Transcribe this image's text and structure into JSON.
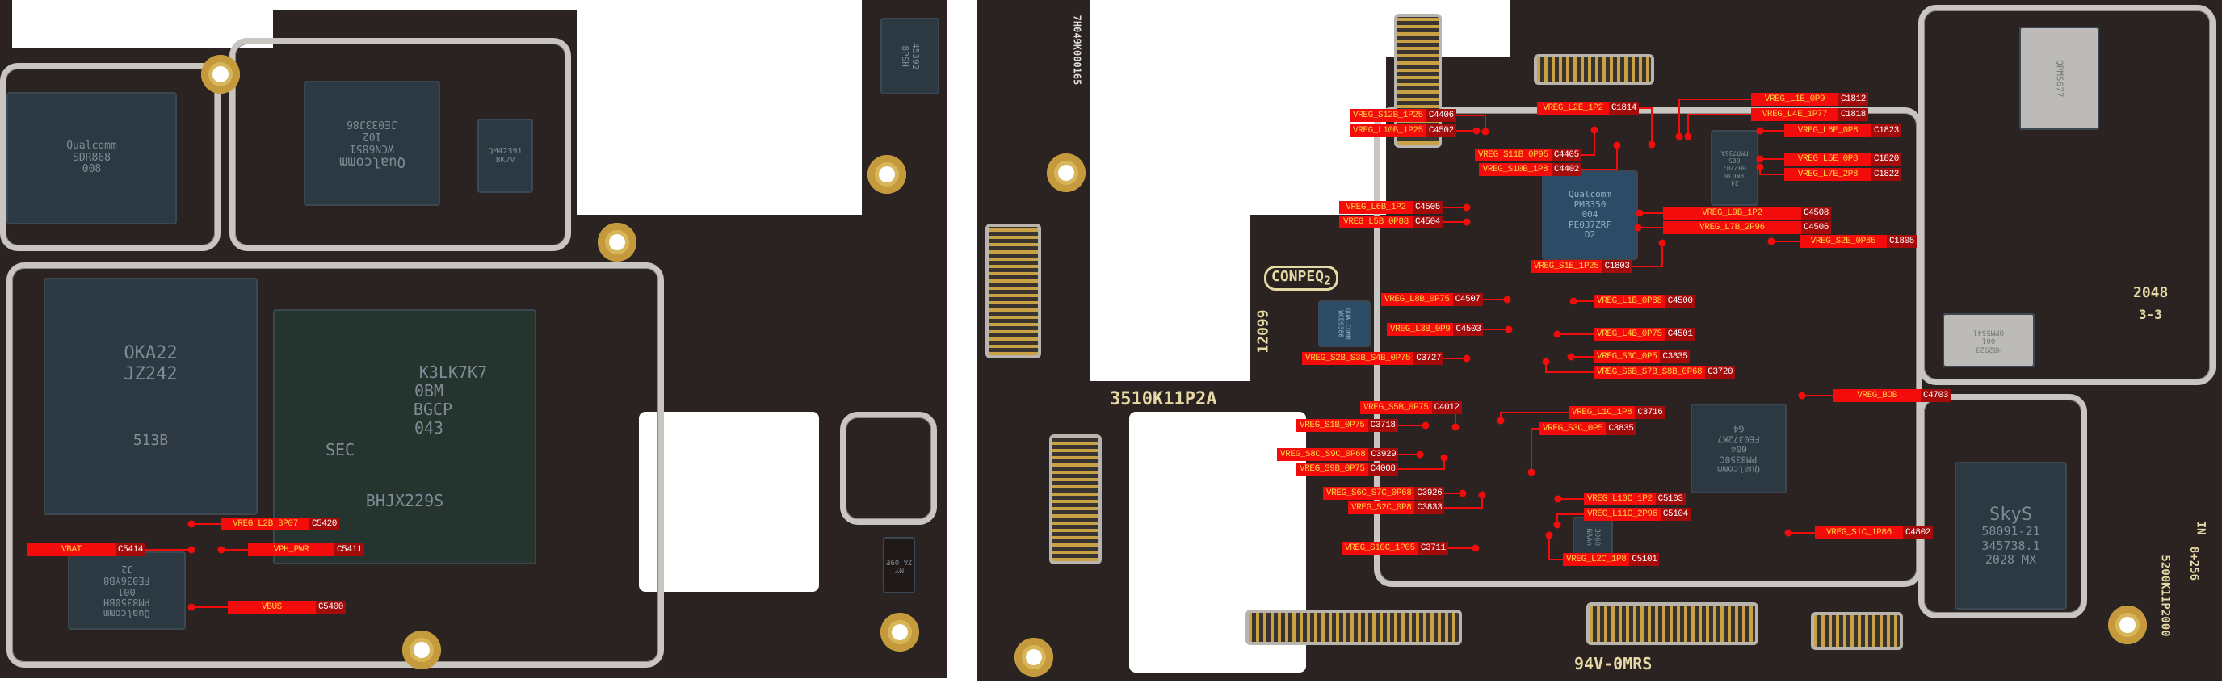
{
  "colors": {
    "label_bg": "#f20c0c",
    "label_net_text": "#ffd23c",
    "label_ref_bg": "#a40b0b",
    "leader_line": "#f20c0c",
    "board": "#2b2321"
  },
  "left_board": {
    "markings": {
      "sdr": [
        "Qualcomm",
        "SDR868",
        "008"
      ],
      "wcn": [
        "JE033J86",
        "102",
        "WCN6851",
        "Qualcomm"
      ],
      "qm": [
        "QM42391",
        "8K7V"
      ],
      "memory": [
        "OKA22",
        "JZ242",
        "513B"
      ],
      "dram": [
        "K3LK7K7",
        "0BM",
        "BGCP",
        "043",
        "SEC",
        "BHJX229S"
      ],
      "pmic": [
        "J2",
        "FE036YB8",
        "001",
        "PM8350BH",
        "Qualcomm"
      ],
      "small": [
        "45392",
        "8PSH"
      ],
      "misc": [
        "ZA 09E",
        "MY"
      ]
    },
    "labels": [
      {
        "net": "VREG_L2B_3P07",
        "ref": "C5420"
      },
      {
        "net": "VBAT",
        "ref": "C5414"
      },
      {
        "net": "VPH_PWR",
        "ref": "C5411"
      },
      {
        "net": "VBUS",
        "ref": "C5400"
      }
    ]
  },
  "right_board": {
    "markings": {
      "pm8350": [
        "Qualcomm",
        "PM8350",
        "004",
        "PE037ZRF",
        "D2"
      ],
      "pmr735a": [
        "PMR735A",
        "005",
        "HH2202",
        "PK038",
        "24"
      ],
      "pm8350c": [
        "G4",
        "FE0372K7",
        "004",
        "PM8350C",
        "Qualcomm"
      ],
      "skyworks": [
        "SkyS",
        "58091-21",
        "345738.1",
        "2028 MX"
      ],
      "qpm": [
        "QPM5677"
      ],
      "qpm2": [
        "QPM5541",
        "001",
        "H02923"
      ],
      "wcd": [
        "QUALCOMM",
        "WCD9380"
      ],
      "ic3060": [
        "3060",
        "NAAn"
      ],
      "conpeq": "CONPEQ",
      "conpeq_sub": "2",
      "code_12099": "12099",
      "part_number": "3510K11P2A",
      "code_2048": "2048",
      "code_33": "3-3",
      "ul_mark": "94V-0MRS",
      "serial": "7H049K000165",
      "board_code": "5200K11P2000",
      "memory_cfg": "8+256",
      "in_mark": "IN"
    },
    "labels": [
      {
        "net": "VREG_S12B_1P25",
        "ref": "C4406"
      },
      {
        "net": "VREG_L10B_1P25",
        "ref": "C4502"
      },
      {
        "net": "VREG_L2E_1P2",
        "ref": "C1814"
      },
      {
        "net": "VREG_S11B_0P95",
        "ref": "C4405"
      },
      {
        "net": "VREG_S10B_1P8",
        "ref": "C4402"
      },
      {
        "net": "VREG_L1E_0P9",
        "ref": "C1812"
      },
      {
        "net": "VREG_L4E_1P77",
        "ref": "C1818"
      },
      {
        "net": "VREG_L6E_0P8",
        "ref": "C1823"
      },
      {
        "net": "VREG_L5E_0P8",
        "ref": "C1820"
      },
      {
        "net": "VREG_L7E_2P8",
        "ref": "C1822"
      },
      {
        "net": "VREG_L6B_1P2",
        "ref": "C4505"
      },
      {
        "net": "VREG_L5B_0P88",
        "ref": "C4504"
      },
      {
        "net": "VREG_L9B_1P2",
        "ref": "C4508"
      },
      {
        "net": "VREG_L7B_2P96",
        "ref": "C4506"
      },
      {
        "net": "VREG_S2E_0P85",
        "ref": "C1805"
      },
      {
        "net": "VREG_S1E_1P25",
        "ref": "C1803"
      },
      {
        "net": "VREG_L8B_0P75",
        "ref": "C4507"
      },
      {
        "net": "VREG_L1B_0P88",
        "ref": "C4500"
      },
      {
        "net": "VREG_L3B_0P9",
        "ref": "C4503"
      },
      {
        "net": "VREG_L4B_0P75",
        "ref": "C4501"
      },
      {
        "net": "VREG_S2B_S3B_S4B_0P75",
        "ref": "C3727"
      },
      {
        "net": "VREG_S3C_0P5",
        "ref": "C3835"
      },
      {
        "net": "VREG_S6B_S7B_S8B_0P68",
        "ref": "C3720"
      },
      {
        "net": "VREG_BOB",
        "ref": "C4703"
      },
      {
        "net": "VREG_S5B_0P75",
        "ref": "C4012"
      },
      {
        "net": "VREG_L1C_1P8",
        "ref": "C3716"
      },
      {
        "net": "VREG_S1B_0P75",
        "ref": "C3718"
      },
      {
        "net": "VREG_S3C_0P5",
        "ref": "C3835"
      },
      {
        "net": "VREG_S8C_S9C_0P68",
        "ref": "C3929"
      },
      {
        "net": "VREG_S9B_0P75",
        "ref": "C4008"
      },
      {
        "net": "VREG_S6C_S7C_0P68",
        "ref": "C3926"
      },
      {
        "net": "VREG_S2C_0P8",
        "ref": "C3833"
      },
      {
        "net": "VREG_L10C_1P2",
        "ref": "C5103"
      },
      {
        "net": "VREG_L11C_2P96",
        "ref": "C5104"
      },
      {
        "net": "VREG_S1C_1P86",
        "ref": "C4802"
      },
      {
        "net": "VREG_S10C_1P05",
        "ref": "C3711"
      },
      {
        "net": "VREG_L2C_1P8",
        "ref": "C5101"
      }
    ]
  }
}
